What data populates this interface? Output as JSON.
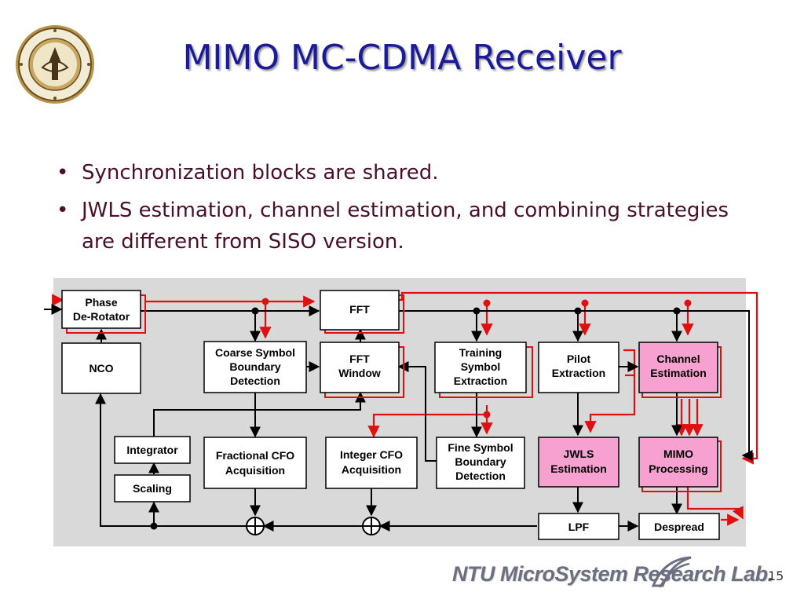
{
  "slide": {
    "title": "MIMO MC-CDMA Receiver",
    "bullets": [
      "Synchronization blocks are shared.",
      "JWLS estimation, channel estimation, and combining strategies are different from SISO version."
    ],
    "footer": "NTU MicroSystem Research Lab.",
    "page_number": "15"
  },
  "logo_icon": "university-seal-icon",
  "colors": {
    "title": "#1a1a9a",
    "bullet_text": "#4a0f2a",
    "diagram_bg": "#d9d9d9",
    "highlight_block": "#f7a1d0",
    "red_path": "#e01010",
    "black_path": "#000000"
  },
  "diagram": {
    "blocks": {
      "phase_derotator": [
        "Phase",
        "De-Rotator"
      ],
      "nco": [
        "NCO"
      ],
      "coarse_symbol": [
        "Coarse Symbol",
        "Boundary",
        "Detection"
      ],
      "fft": [
        "FFT"
      ],
      "fft_window": [
        "FFT",
        "Window"
      ],
      "training_symbol": [
        "Training",
        "Symbol",
        "Extraction"
      ],
      "pilot_extraction": [
        "Pilot",
        "Extraction"
      ],
      "channel_estimation": [
        "Channel",
        "Estimation"
      ],
      "integrator": [
        "Integrator"
      ],
      "scaling": [
        "Scaling"
      ],
      "fractional_cfo": [
        "Fractional CFO",
        "Acquisition"
      ],
      "integer_cfo": [
        "Integer CFO",
        "Acquisition"
      ],
      "fine_symbol": [
        "Fine Symbol",
        "Boundary",
        "Detection"
      ],
      "jwls_estimation": [
        "JWLS",
        "Estimation"
      ],
      "mimo_processing": [
        "MIMO",
        "Processing"
      ],
      "lpf": [
        "LPF"
      ],
      "despread": [
        "Despread"
      ]
    }
  }
}
